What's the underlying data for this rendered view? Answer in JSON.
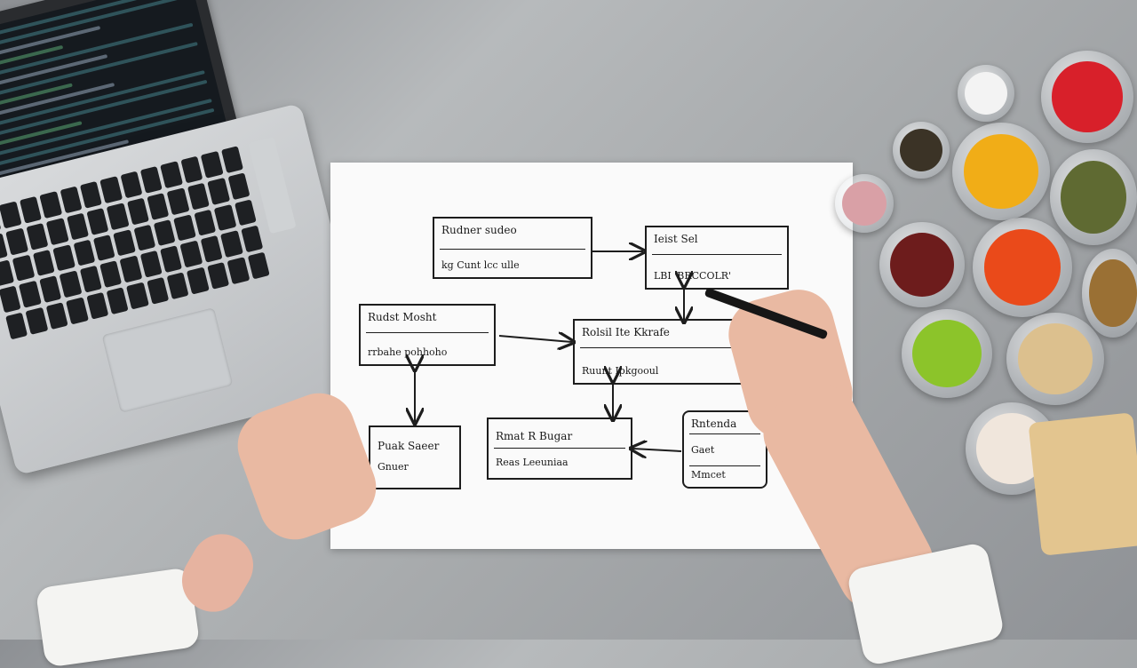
{
  "colors": {
    "ink": "#1d1d1d",
    "paper": "#fafafa",
    "countertop": "#a8abad"
  },
  "diagram": {
    "boxes": [
      {
        "line1": "Rudner sudeo",
        "line2": "kg Cunt lcc ulle"
      },
      {
        "line1": "Ieist Sel",
        "line2": "LBI 'BRCCOLR'"
      },
      {
        "line1": "Rudst Mosht",
        "line2": "rrbahe pohhoho"
      },
      {
        "line1": "Rolsil Ite Kkrafe",
        "line2": "Ruunt Ipkgooul"
      },
      {
        "line1": "Puak Saeer",
        "line2": "Gnuer"
      },
      {
        "line1": "Rmat R Bugar",
        "line2": "Reas Leeuniaa"
      },
      {
        "line1": "Rntenda",
        "line2": "Gaet",
        "line3": "Mmcet"
      }
    ]
  }
}
